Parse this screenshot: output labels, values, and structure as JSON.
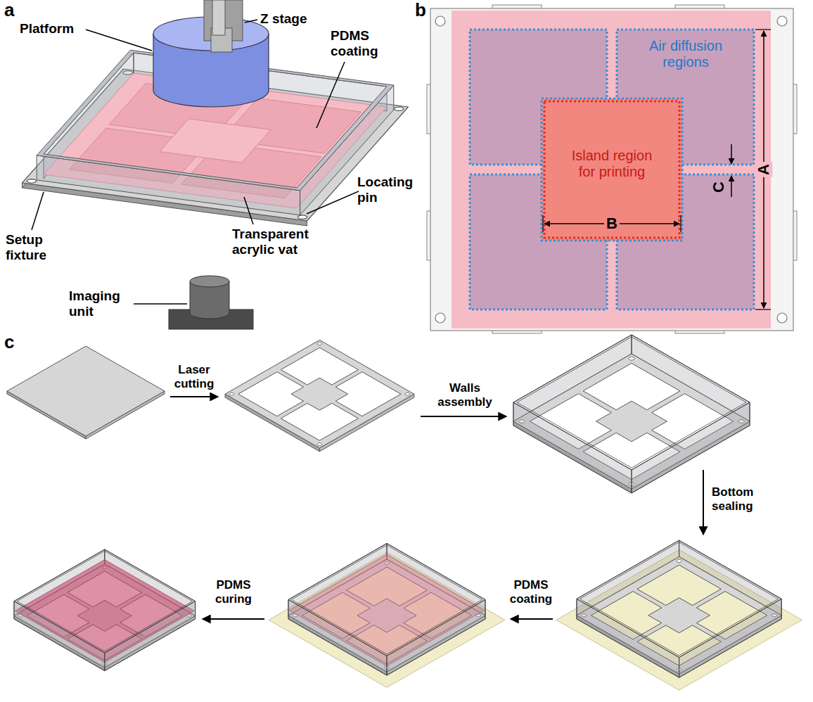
{
  "diagram": {
    "labels": [
      "a",
      "Z stage",
      "Platform",
      "PDMS coating",
      "Locating pin",
      "Setup fixture",
      "Transparent acrylic vat",
      "Imaging unit",
      "b",
      "Air diffusion regions",
      "Island region for printing",
      "A",
      "C",
      "B",
      "c",
      "Laser cutting",
      "Walls assembly",
      "Bottom sealing",
      "PDMS coating",
      "PDMS curing"
    ]
  }
}
